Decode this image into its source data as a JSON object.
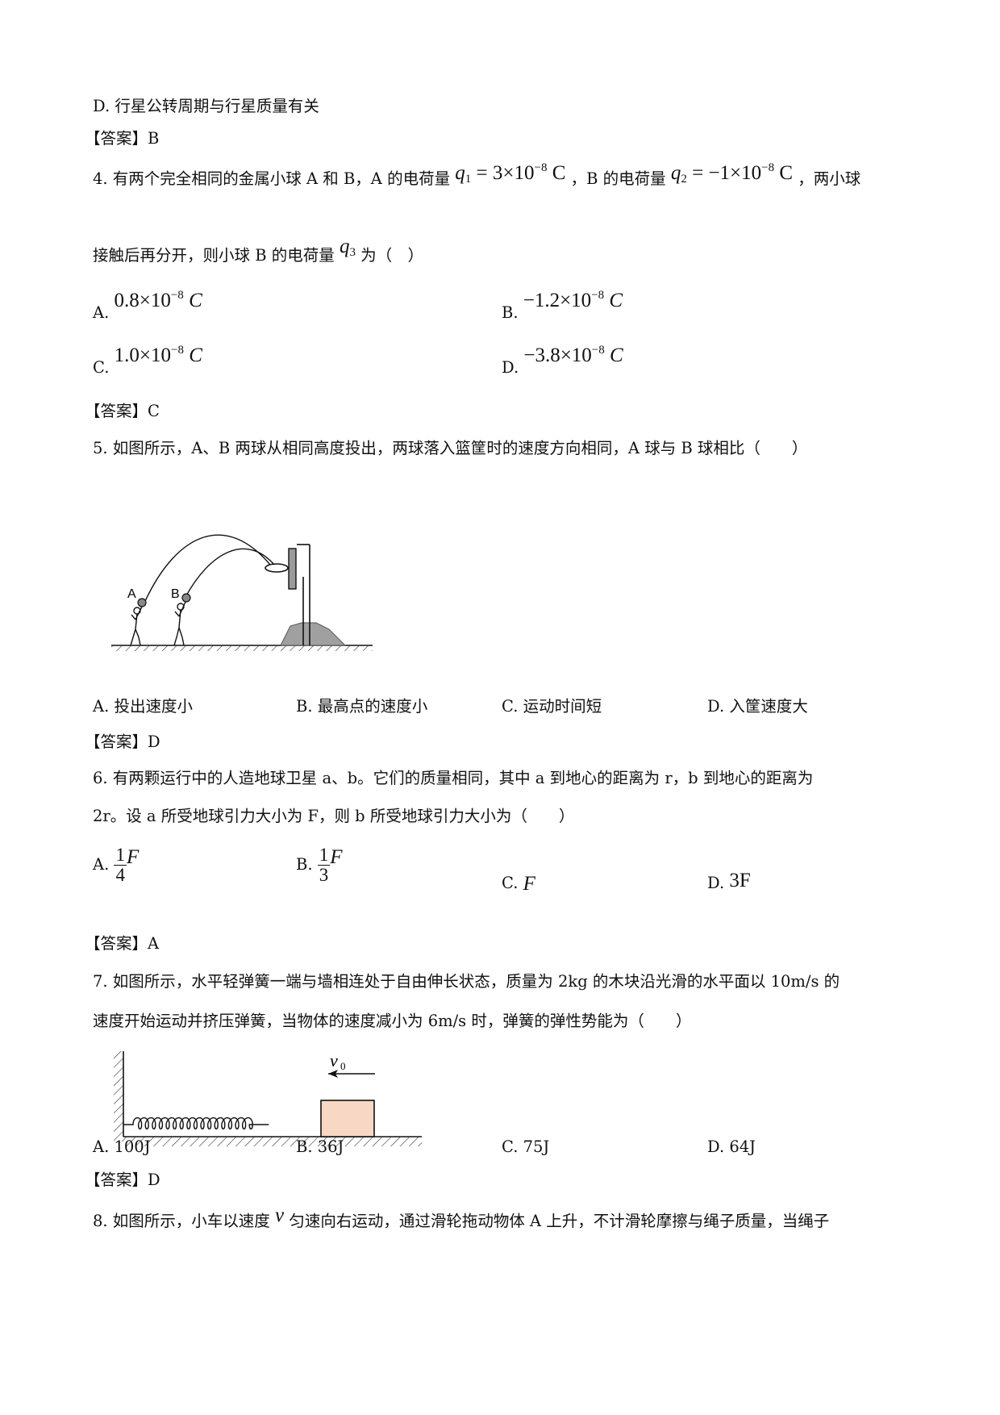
{
  "q3_prev": {
    "optD": "D. 行星公转周期与行星质量有关",
    "answer": "【答案】B"
  },
  "q4": {
    "stem1_a": "4. 有两个完全相同的金属小球 A 和 B，A 的电荷量",
    "q1": "q₁ = 3×10⁻⁸ C",
    "stem1_b": "，B 的电荷量",
    "q2": "q₂ = −1×10⁻⁸ C",
    "stem1_c": "，两小球",
    "stem2_a": "接触后再分开，则小球 B 的电荷量",
    "q3": "q₃",
    "stem2_b": "为（　）",
    "optA_label": "A.",
    "optA": "0.8×10⁻⁸ C",
    "optB_label": "B.",
    "optB": "−1.2×10⁻⁸ C",
    "optC_label": "C.",
    "optC": "1.0×10⁻⁸ C",
    "optD_label": "D.",
    "optD": "−3.8×10⁻⁸ C",
    "answer": "【答案】C"
  },
  "q5": {
    "stem": "5. 如图所示，A、B 两球从相同高度投出，两球落入篮筐时的速度方向相同，A 球与 B 球相比（　　）",
    "fig_label_a": "A",
    "fig_label_b": "B",
    "optA": "A. 投出速度小",
    "optB": "B. 最高点的速度小",
    "optC": "C. 运动时间短",
    "optD": "D. 入筐速度大",
    "answer": "【答案】D"
  },
  "q6": {
    "stem1": "6. 有两颗运行中的人造地球卫星 a、b。它们的质量相同，其中 a 到地心的距离为 r，b 到地心的距离为",
    "stem2": "2r。设 a 所受地球引力大小为 F，则 b 所受地球引力大小为（　　）",
    "optA_label": "A.",
    "optA_num": "1",
    "optA_den": "4",
    "optA_var": "F",
    "optB_label": "B.",
    "optB_num": "1",
    "optB_den": "3",
    "optB_var": "F",
    "optC_label": "C.",
    "optC": "F",
    "optD_label": "D.",
    "optD": "3F",
    "answer": "【答案】A"
  },
  "q7": {
    "stem1": "7. 如图所示，水平轻弹簧一端与墙相连处于自由伸长状态，质量为 2kg 的木块沿光滑的水平面以 10m/s 的",
    "stem2": "速度开始运动并挤压弹簧，当物体的速度减小为 6m/s 时，弹簧的弹性势能为（　　）",
    "fig_v": "v",
    "fig_v_sub": "0",
    "optA": "A. 100J",
    "optB": "B. 36J",
    "optC": "C. 75J",
    "optD": "D. 64J",
    "answer": "【答案】D"
  },
  "q8": {
    "stem_a": "8. 如图所示，小车以速度",
    "v": "v",
    "stem_b": "匀速向右运动，通过滑轮拖动物体 A 上升，不计滑轮摩擦与绳子质量，当绳子"
  },
  "colors": {
    "block_fill": "#f8d7c4",
    "stand_fill": "#a0a0a0"
  }
}
